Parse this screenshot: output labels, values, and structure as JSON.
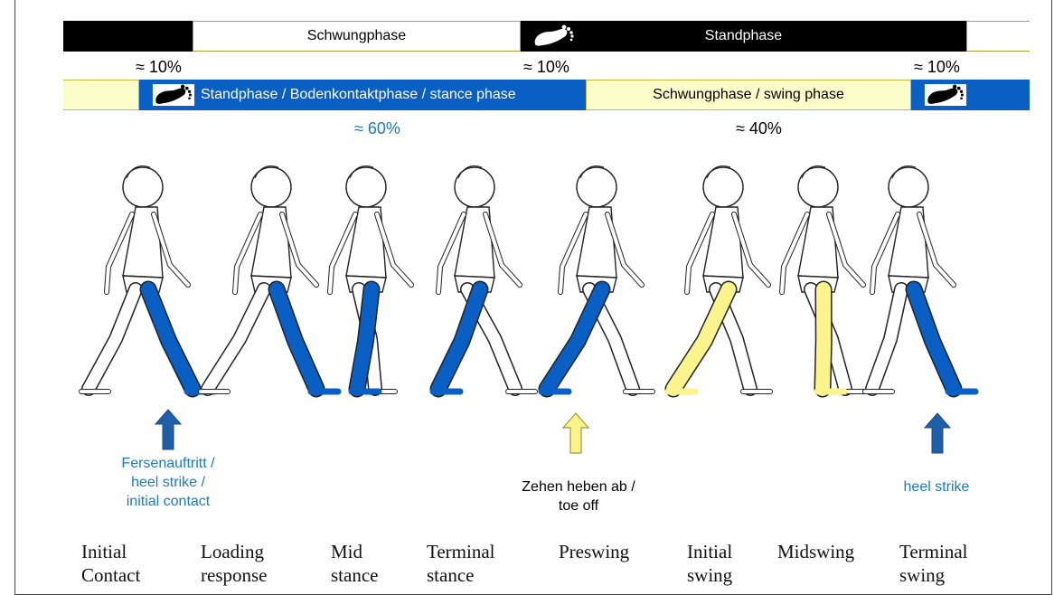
{
  "colors": {
    "stance_blue": "#0a5fc4",
    "swing_yellow": "#fbf38c",
    "black": "#000000",
    "pale_yellow": "#fdfdc9",
    "text_blue": "#1e78c8"
  },
  "top_row": {
    "swing_label": "Schwungphase",
    "stance_label": "Standphase"
  },
  "percent_row1": {
    "left": "≈ 10%",
    "middle": "≈ 10%",
    "right": "≈ 10%"
  },
  "phase_row": {
    "stance_label": "Standphase / Bodenkontaktphase / stance phase",
    "swing_label": "Schwungphase / swing phase"
  },
  "percent_row2": {
    "stance": "≈ 60%",
    "swing": "≈ 40%"
  },
  "icons": [
    "foot-icon"
  ],
  "annotations": {
    "heel_strike_left": [
      "Fersenauftritt /",
      "heel strike /",
      "initial contact"
    ],
    "toe_off": [
      "Zehen heben ab /",
      "toe off"
    ],
    "heel_strike_right": "heel strike"
  },
  "phases": [
    {
      "line1": "Initial",
      "line2": "Contact",
      "leg": "stance"
    },
    {
      "line1": "Loading",
      "line2": "response",
      "leg": "stance"
    },
    {
      "line1": "Mid",
      "line2": "stance",
      "leg": "stance"
    },
    {
      "line1": "Terminal",
      "line2": "stance",
      "leg": "stance"
    },
    {
      "line1": "Preswing",
      "line2": "",
      "leg": "stance"
    },
    {
      "line1": "Initial",
      "line2": "swing",
      "leg": "swing"
    },
    {
      "line1": "Midswing",
      "line2": "",
      "leg": "swing"
    },
    {
      "line1": "Terminal",
      "line2": "swing",
      "leg": "stance"
    }
  ]
}
